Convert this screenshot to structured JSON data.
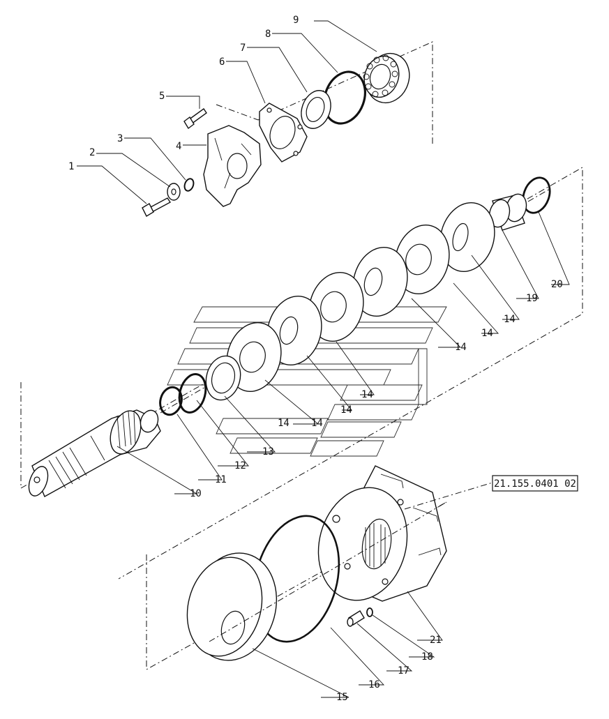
{
  "diagram": {
    "reference_code": "21.155.0401 02",
    "callouts": [
      {
        "id": "c1",
        "label": "1"
      },
      {
        "id": "c2",
        "label": "2"
      },
      {
        "id": "c3",
        "label": "3"
      },
      {
        "id": "c4",
        "label": "4"
      },
      {
        "id": "c5",
        "label": "5"
      },
      {
        "id": "c6",
        "label": "6"
      },
      {
        "id": "c7",
        "label": "7"
      },
      {
        "id": "c8",
        "label": "8"
      },
      {
        "id": "c9",
        "label": "9"
      },
      {
        "id": "c10",
        "label": "10"
      },
      {
        "id": "c11",
        "label": "11"
      },
      {
        "id": "c12",
        "label": "12"
      },
      {
        "id": "c13",
        "label": "13"
      },
      {
        "id": "c14a",
        "label": "14"
      },
      {
        "id": "c14b",
        "label": "14"
      },
      {
        "id": "c14c",
        "label": "14"
      },
      {
        "id": "c14d",
        "label": "14"
      },
      {
        "id": "c14e",
        "label": "14"
      },
      {
        "id": "c14f",
        "label": "14"
      },
      {
        "id": "c14g",
        "label": "14"
      },
      {
        "id": "c15",
        "label": "15"
      },
      {
        "id": "c16",
        "label": "16"
      },
      {
        "id": "c17",
        "label": "17"
      },
      {
        "id": "c18",
        "label": "18"
      },
      {
        "id": "c19",
        "label": "19"
      },
      {
        "id": "c20",
        "label": "20"
      },
      {
        "id": "c21",
        "label": "21"
      }
    ]
  }
}
